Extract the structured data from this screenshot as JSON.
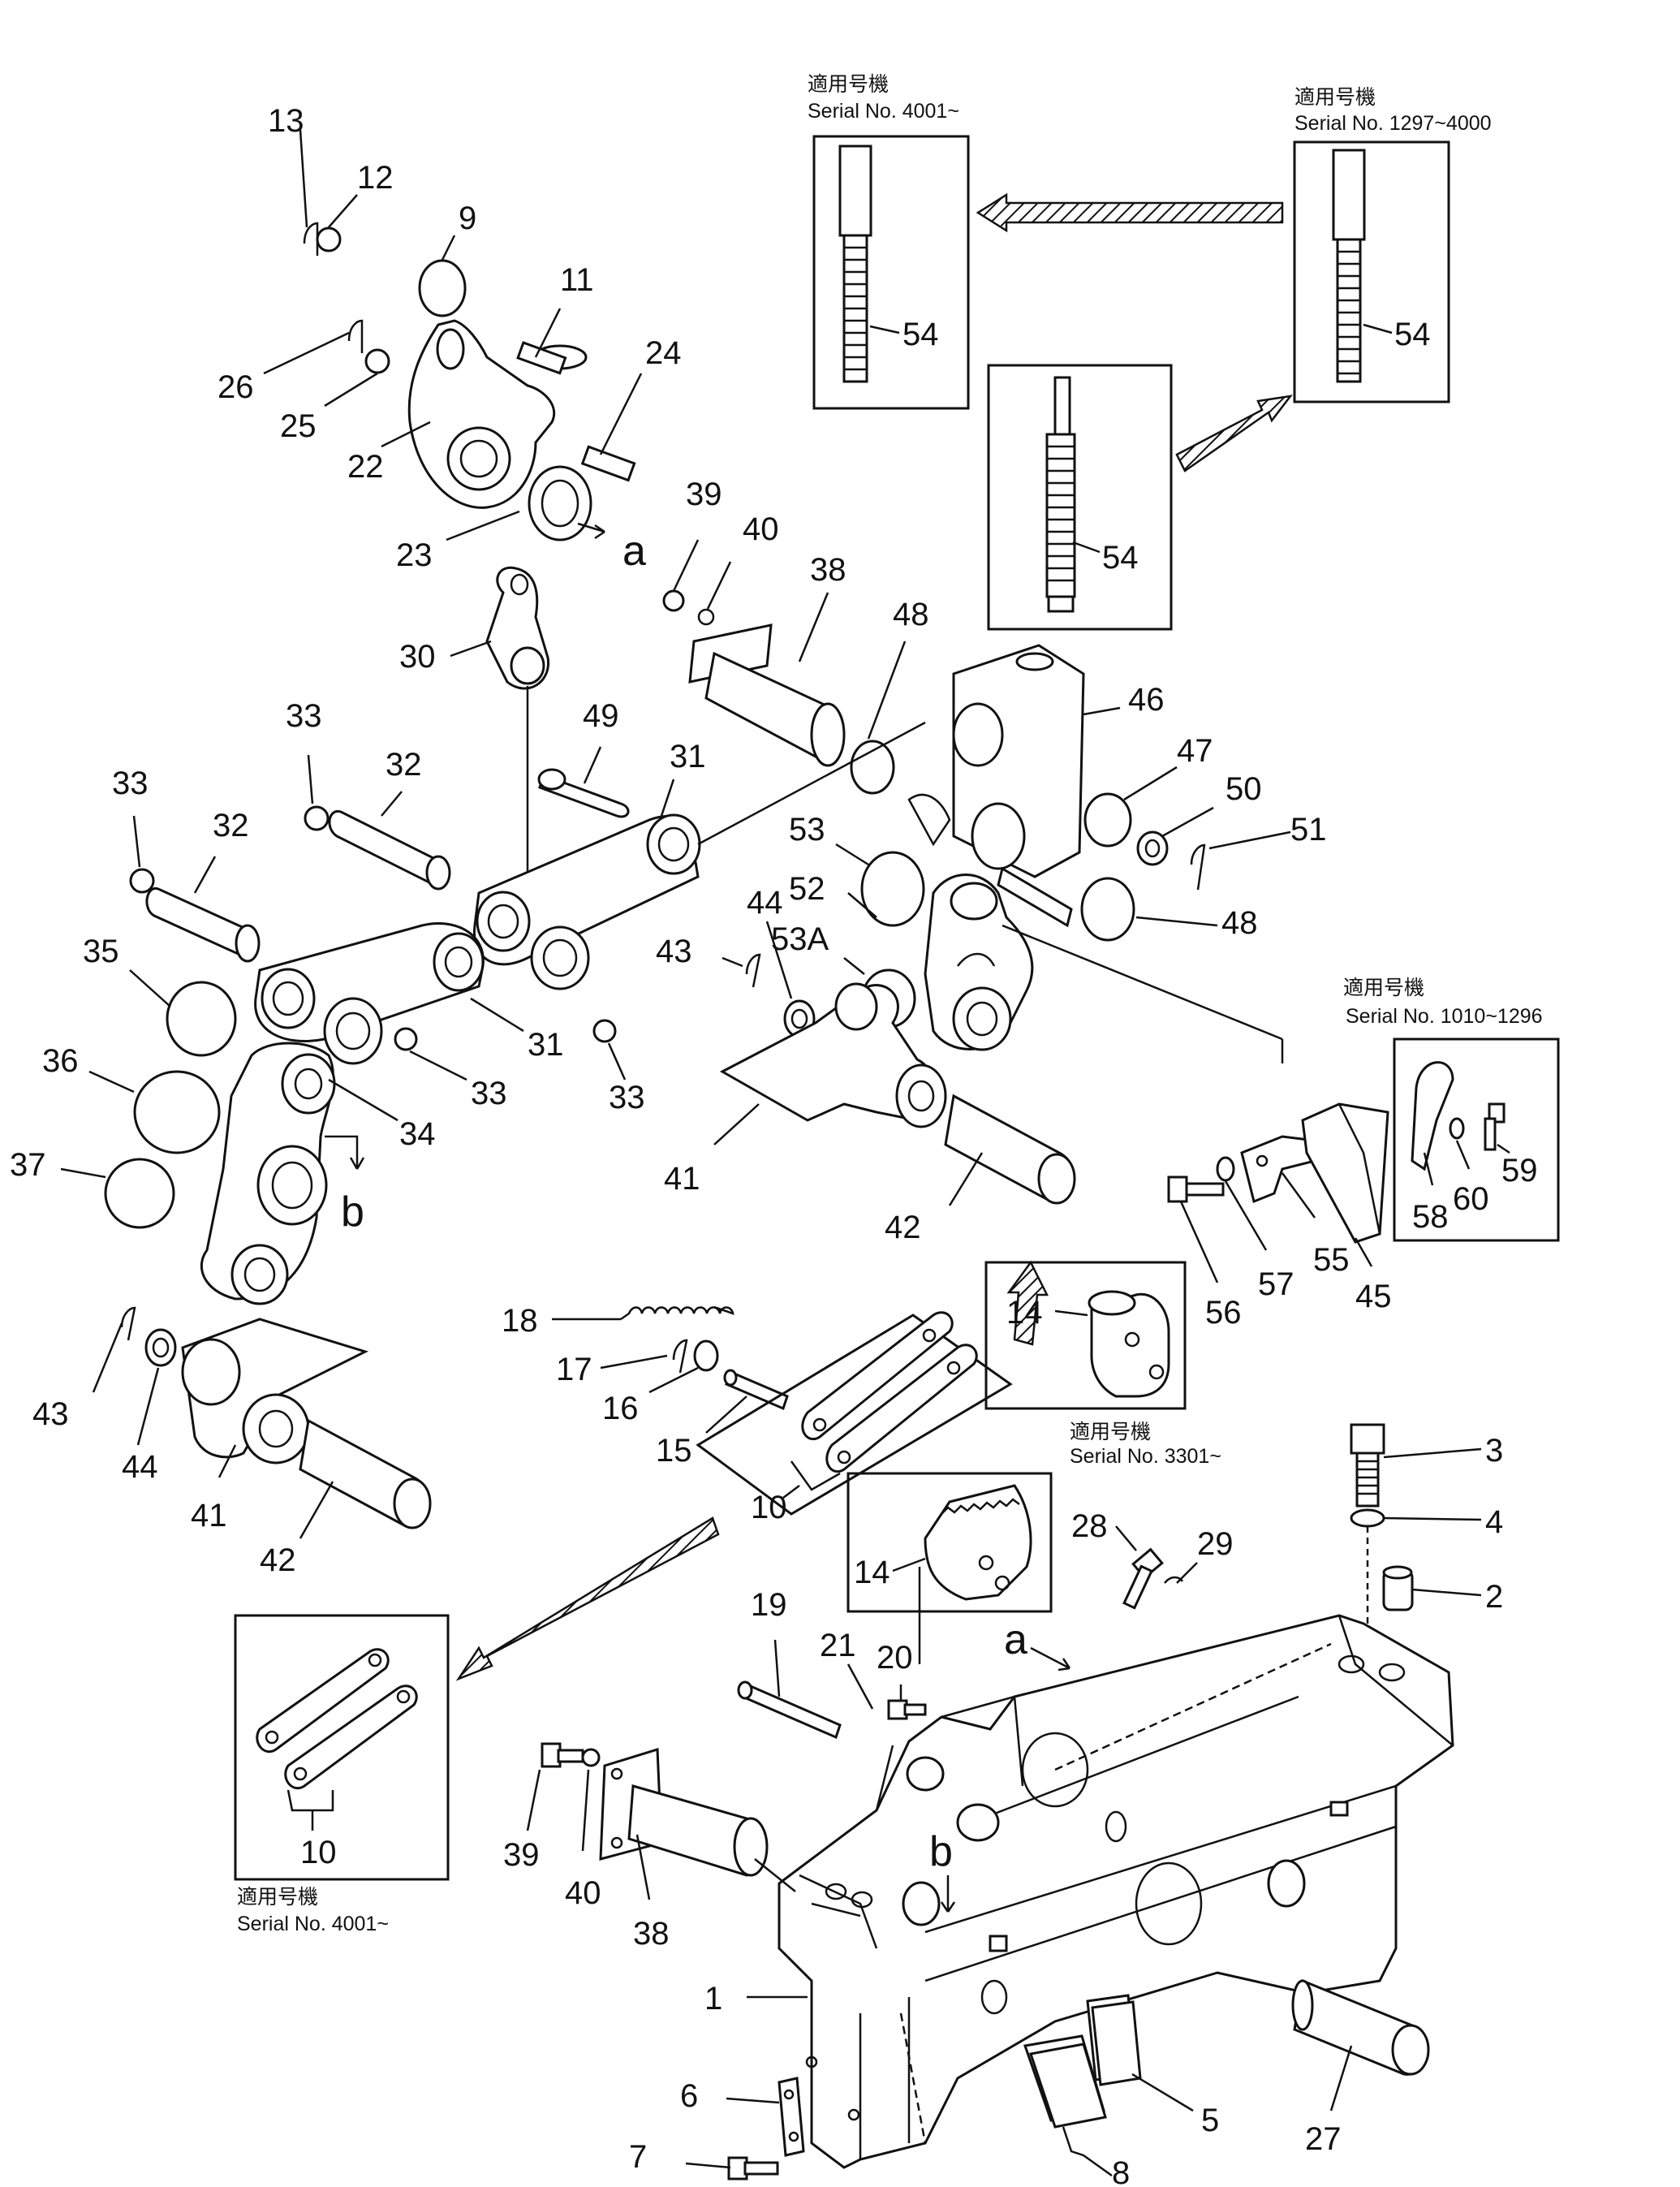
{
  "callouts": {
    "c1": "1",
    "c2": "2",
    "c3": "3",
    "c4": "4",
    "c5": "5",
    "c6": "6",
    "c7": "7",
    "c8": "8",
    "c9": "9",
    "c10a": "10",
    "c10b": "10",
    "c11": "11",
    "c12": "12",
    "c13": "13",
    "c14a": "14",
    "c14b": "14",
    "c15": "15",
    "c16": "16",
    "c17": "17",
    "c18": "18",
    "c19": "19",
    "c20": "20",
    "c21": "21",
    "c22": "22",
    "c23": "23",
    "c24": "24",
    "c25": "25",
    "c26": "26",
    "c27": "27",
    "c28": "28",
    "c29": "29",
    "c30": "30",
    "c31a": "31",
    "c31b": "31",
    "c32a": "32",
    "c32b": "32",
    "c33a": "33",
    "c33b": "33",
    "c33c": "33",
    "c33d": "33",
    "c34": "34",
    "c35": "35",
    "c36": "36",
    "c37": "37",
    "c38a": "38",
    "c38b": "38",
    "c39a": "39",
    "c39b": "39",
    "c40a": "40",
    "c40b": "40",
    "c41a": "41",
    "c41b": "41",
    "c42a": "42",
    "c42b": "42",
    "c43a": "43",
    "c43b": "43",
    "c44a": "44",
    "c44b": "44",
    "c45": "45",
    "c46": "46",
    "c47": "47",
    "c48a": "48",
    "c48b": "48",
    "c49": "49",
    "c50": "50",
    "c51": "51",
    "c52": "52",
    "c53": "53",
    "c53A": "53A",
    "c54a": "54",
    "c54b": "54",
    "c54c": "54",
    "c55": "55",
    "c56": "56",
    "c57": "57",
    "c58": "58",
    "c59": "59",
    "c60": "60",
    "ref_a1": "a",
    "ref_a2": "a",
    "ref_b1": "b",
    "ref_b2": "b"
  },
  "serial_notes": {
    "applicable_label": "適用号機",
    "s4001_top": "Serial No. 4001~",
    "s1297": "Serial No. 1297~4000",
    "s1010": "Serial No. 1010~1296",
    "s3301": "Serial No. 3301~",
    "s4001_bottom": "Serial No. 4001~"
  }
}
